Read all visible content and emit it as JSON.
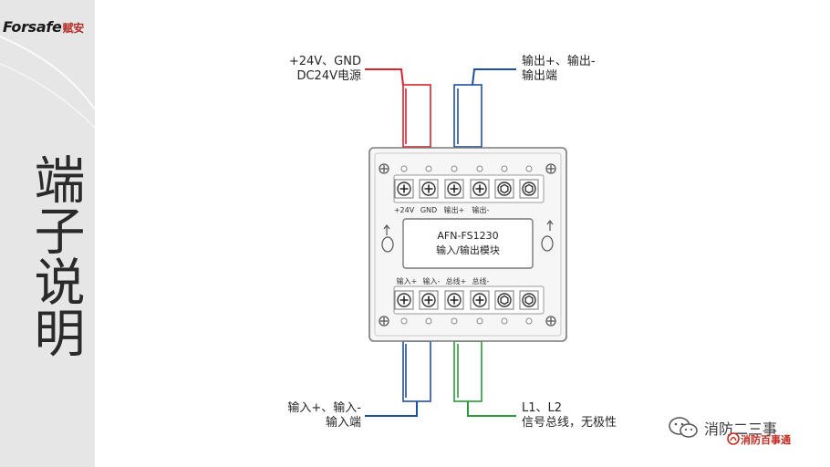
{
  "brand": {
    "name": "Forsafe",
    "cn": "赋安"
  },
  "title": "端子说明",
  "module": {
    "model": "AFN-FS1230",
    "name": "输入/输出模块"
  },
  "top_terminal_labels": [
    "+24V",
    "GND",
    "输出+",
    "输出-"
  ],
  "bottom_terminal_labels": [
    "输入+",
    "输入-",
    "总线+",
    "总线-"
  ],
  "callouts": {
    "power_line1": "+24V、GND",
    "power_line2": "DC24V电源",
    "output_line1": "输出+、输出-",
    "output_line2": "输出端",
    "input_line1": "输入+、输入-",
    "input_line2": "输入端",
    "bus_line1": "L1、L2",
    "bus_line2": "信号总线，无极性"
  },
  "watermark": {
    "text": "消防二三事",
    "sub": "消防百事通"
  },
  "colors": {
    "red": "#d8232a",
    "blue": "#1f4f9c",
    "green": "#2a9a3a",
    "sidebar": "#e6e6e6"
  }
}
